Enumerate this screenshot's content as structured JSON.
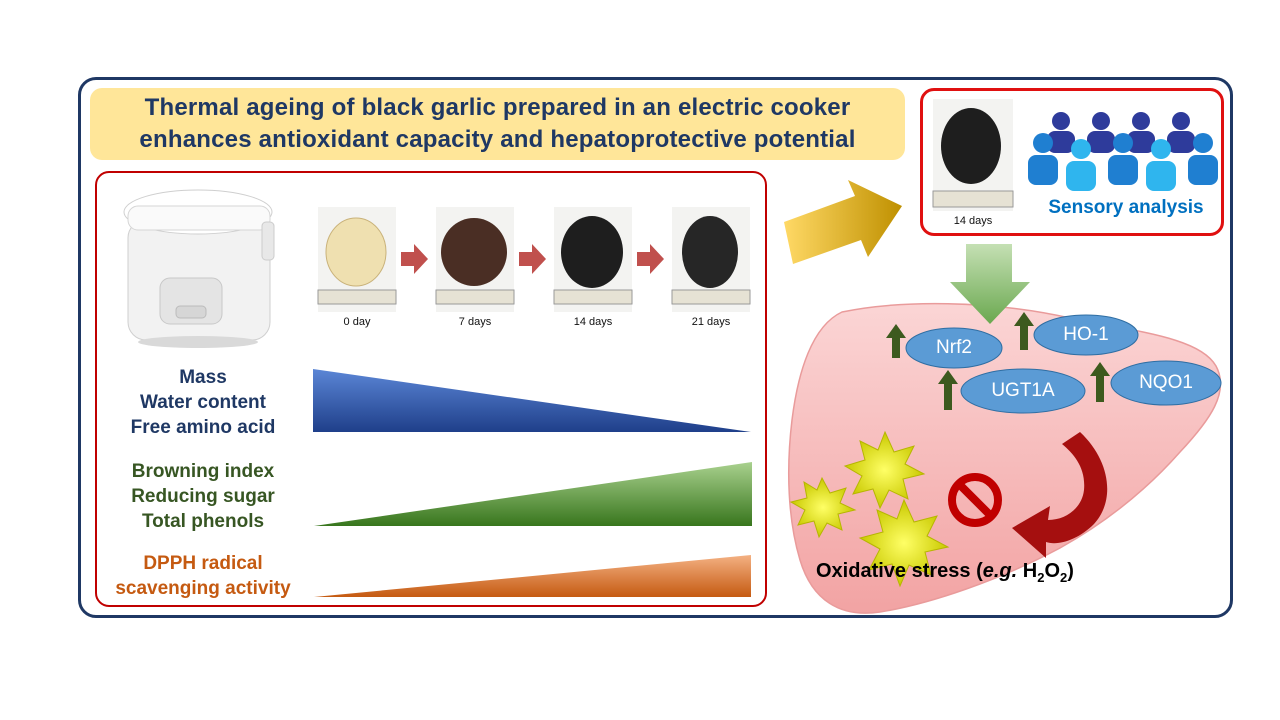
{
  "title": {
    "line1": "Thermal ageing of black garlic prepared in an electric cooker",
    "line2": "enhances antioxidant capacity and hepatoprotective potential"
  },
  "timeline": {
    "days": [
      "0 day",
      "7 days",
      "14 days",
      "21 days"
    ]
  },
  "decreasing": {
    "lines": [
      "Mass",
      "Water content",
      "Free amino acid"
    ],
    "color": "#1f3864"
  },
  "increasing": {
    "lines": [
      "Browning index",
      "Reducing sugar",
      "Total phenols"
    ],
    "color": "#375623"
  },
  "dpph": {
    "lines": [
      "DPPH radical",
      "scavenging activity"
    ],
    "color": "#c55a11"
  },
  "sensory": {
    "photo_label": "14 days",
    "label": "Sensory analysis"
  },
  "pathway": {
    "nodes": [
      "Nrf2",
      "HO-1",
      "UGT1A",
      "NQO1"
    ]
  },
  "stress": {
    "prefix": "Oxidative stress (",
    "eg": "e.g.",
    "h": "H",
    "sub1": "2",
    "o": "O",
    "sub2": "2",
    "suffix": ")"
  },
  "colors": {
    "frame": "#1f3864",
    "title_bg": "#ffe699",
    "panel_border": "#c00000",
    "node_fill": "#5b9bd5",
    "liver": "#f8c4c4"
  }
}
